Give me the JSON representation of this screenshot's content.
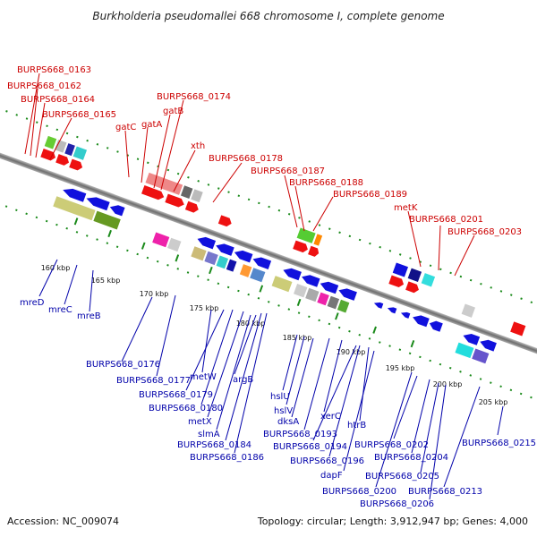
{
  "title": "Burkholderia pseudomallei 668 chromosome I, complete genome",
  "footer": {
    "accession": "Accession: NC_009074",
    "topology": "Topology: circular; Length: 3,912,947 bp; Genes: 4,000"
  },
  "ticks": [
    "160 kbp",
    "165 kbp",
    "170 kbp",
    "175 kbp",
    "180 kbp",
    "185 kbp",
    "190 kbp",
    "195 kbp",
    "200 kbp",
    "205 kbp"
  ],
  "labels_top": [
    "BURPS668_0163",
    "BURPS668_0162",
    "BURPS668_0164",
    "BURPS668_0165",
    "gatC",
    "gatA",
    "gatB",
    "BURPS668_0174",
    "xth",
    "BURPS668_0178",
    "BURPS668_0187",
    "BURPS668_0188",
    "BURPS668_0189",
    "metK",
    "BURPS668_0201",
    "BURPS668_0203"
  ],
  "labels_bottom": [
    "mreD",
    "mreC",
    "mreB",
    "BURPS668_0176",
    "BURPS668_0177",
    "metW",
    "BURPS668_0179",
    "argB",
    "BURPS668_0180",
    "metX",
    "slmA",
    "BURPS668_0184",
    "BURPS668_0186",
    "hslU",
    "hslV",
    "dksA",
    "xerC",
    "BURPS668_0193",
    "BURPS668_0194",
    "htrB",
    "BURPS668_0196",
    "dapF",
    "BURPS668_0202",
    "BURPS668_0204",
    "BURPS668_0200",
    "BURPS668_0205",
    "BURPS668_0206",
    "BURPS668_0213",
    "BURPS668_0215"
  ],
  "colors": {
    "forward_label": "#cc0000",
    "reverse_label": "#0000aa",
    "forward_gene": "#ee1111",
    "reverse_gene": "#1111dd",
    "backbone": "#888888",
    "tick_marks": "#1a8a1a"
  }
}
